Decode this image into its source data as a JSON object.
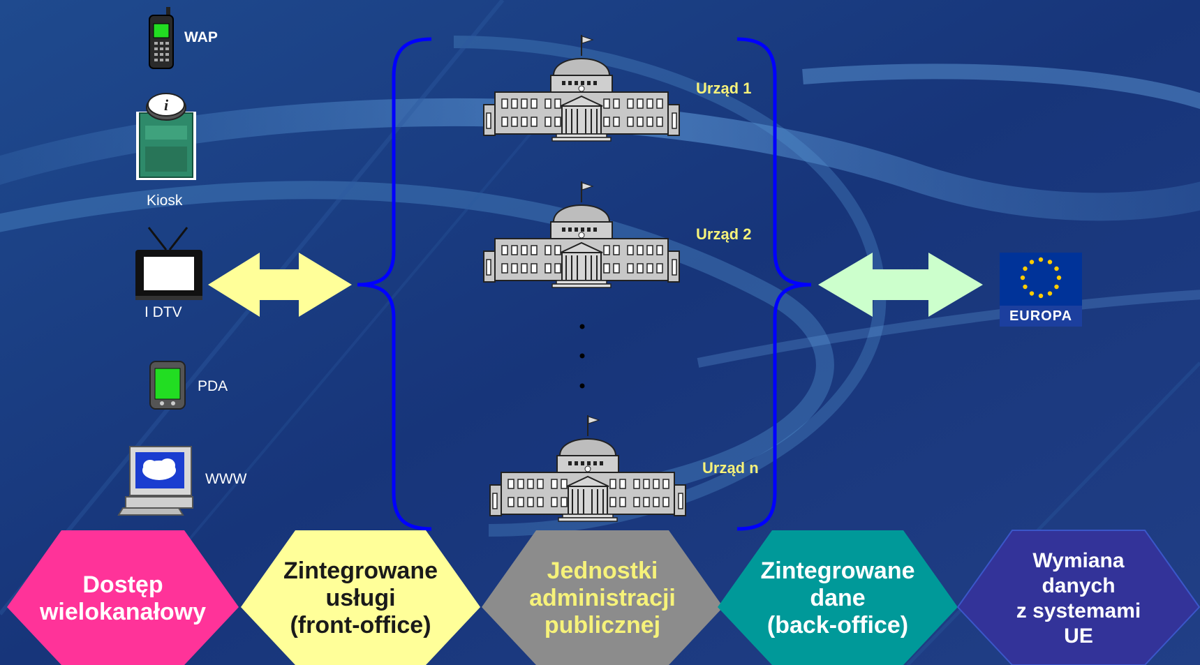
{
  "channels": {
    "wap": "WAP",
    "kiosk": "Kiosk",
    "idtv": "I DTV",
    "pda": "PDA",
    "www": "WWW"
  },
  "offices": {
    "office1": "Urząd 1",
    "office2": "Urząd 2",
    "officen": "Urząd n"
  },
  "eu_flag": {
    "label": "EUROPA"
  },
  "stages": [
    {
      "lines": [
        "Dostęp",
        "wielokanałowy"
      ]
    },
    {
      "lines": [
        "Zintegrowane",
        "usługi",
        "(front-office)"
      ]
    },
    {
      "lines": [
        "Jednostki",
        "administracji",
        "publicznej"
      ]
    },
    {
      "lines": [
        "Zintegrowane",
        "dane",
        "(back-office)"
      ]
    },
    {
      "lines": [
        "Wymiana",
        "danych",
        "z systemami",
        "UE"
      ]
    }
  ],
  "colors": {
    "background": "#1a3a7a",
    "brace": "#0000ff",
    "arrow_left": "#ffff99",
    "arrow_right": "#ccffcc",
    "stage_access": "#ff3399",
    "stage_front": "#ffff99",
    "stage_units": "#8c8c8c",
    "stage_back": "#009999",
    "stage_eu": "#333399"
  }
}
